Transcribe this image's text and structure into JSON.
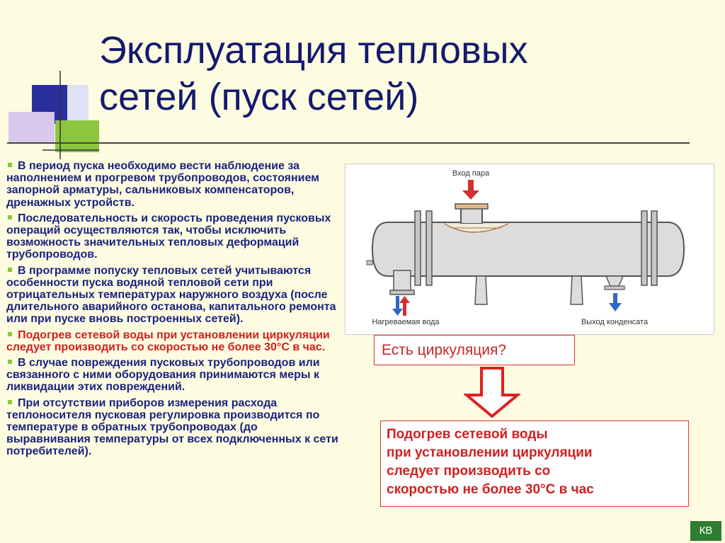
{
  "slide": {
    "title_line1": "Эксплуатация тепловых",
    "title_line2": "сетей (пуск сетей)",
    "bullets": [
      {
        "text": "В период пуска необходимо вести наблюдение за наполнением и прогревом трубопроводов, состоянием запорной арматуры, сальниковых компенсаторов, дренажных устройств.",
        "color": "#1a237e"
      },
      {
        "text": "Последовательность и скорость проведения пусковых операций осуществляются так, чтобы исключить возможность значительных тепловых деформаций трубопроводов.",
        "color": "#1a237e"
      },
      {
        "text": "В программе попуску тепловых сетей учитываются особенности пуска водяной тепловой сети при отрицательных температурах наружного воздуха (после длительного аварийного останова, капитального ремонта или при пуске вновь построенных сетей).",
        "color": "#1a237e"
      },
      {
        "text": "Подогрев сетевой воды при установлении циркуляции следует производить со скоростью не более 30°С в час.",
        "color": "#d0201e"
      },
      {
        "text": "В случае повреждения пусковых трубопроводов или связанного с ними оборудования принимаются меры к ликвидации этих повреждений.",
        "color": "#1a237e"
      },
      {
        "text": "При отсутствии приборов измерения расхода теплоносителя пусковая регулировка производится по температуре в обратных трубопроводах (до выравнивания температуры от всех подключенных к сети потребителей).",
        "color": "#1a237e"
      }
    ],
    "figure_labels": {
      "steam_in": "Вход пара",
      "heated_water": "Нагреваемая вода",
      "condensate_out": "Выход конденсата"
    },
    "question": "Есть циркуляция?",
    "result_lines": [
      "Подогрев сетевой воды",
      "при установлении циркуляции",
      "следует производить со",
      "скоростью не более 30°С в час"
    ],
    "badge": "КВ",
    "colors": {
      "background": "#fdfbe0",
      "title": "#141a6e",
      "text": "#1a237e",
      "accent": "#d0201e",
      "marker": "#8cc63f"
    }
  }
}
